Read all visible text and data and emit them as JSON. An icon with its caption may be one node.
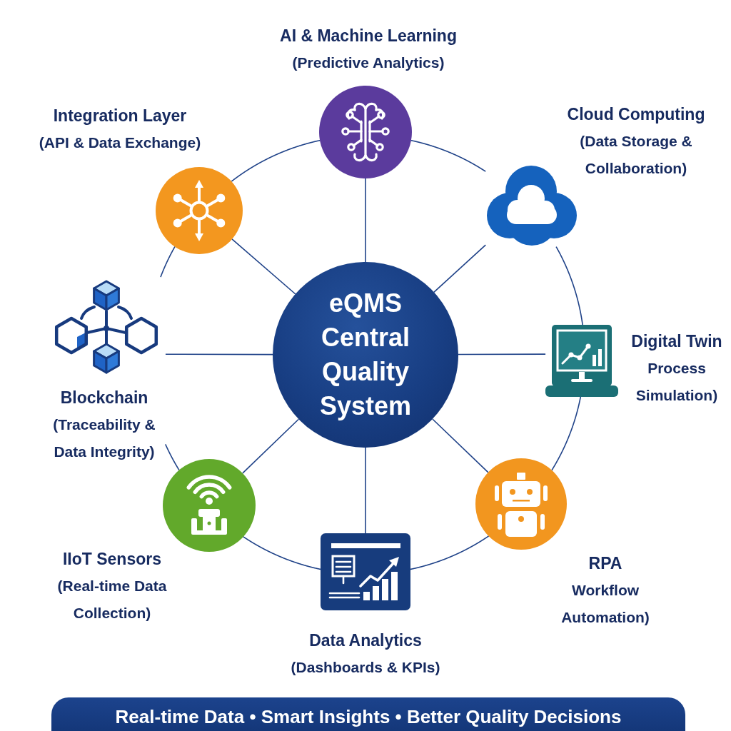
{
  "diagram": {
    "nodes": [
      {
        "text": [
          "AI & Machine Learning",
          "(Predictive Analytics)"
        ]
      },
      {
        "text": [
          "Integration Layer",
          "(API & Data Exchange)"
        ]
      },
      {
        "text": [
          "Cloud Computing",
          "(Data Storage & Collaboration)"
        ]
      },
      {
        "text": [
          "Blockchain",
          "(Traceability & Data Integrity)"
        ]
      },
      {
        "text": [
          "eQMS Central Quality System"
        ]
      },
      {
        "text": [
          "Digital Twin",
          "Process Simulation)"
        ]
      },
      {
        "text": [
          "IIoT Sensors",
          "(Real-time Data Collection)"
        ]
      },
      {
        "text": [
          "RPA",
          "Workflow Automation)"
        ]
      },
      {
        "text": [
          "Data Analytics",
          "(Dashboards & KPIs)"
        ]
      },
      {
        "text": [
          "Real-time Data • Smart Insights • Better Quality Decisions"
        ]
      }
    ],
    "edges": [
      {
        "from": 4,
        "to": 0,
        "arrow": "none"
      },
      {
        "from": 4,
        "to": 2,
        "arrow": "none"
      },
      {
        "from": 4,
        "to": 5,
        "arrow": "none"
      },
      {
        "from": 4,
        "to": 7,
        "arrow": "none"
      },
      {
        "from": 4,
        "to": 8,
        "arrow": "none"
      },
      {
        "from": 4,
        "to": 6,
        "arrow": "none"
      },
      {
        "from": 4,
        "to": 3,
        "arrow": "none"
      },
      {
        "from": 4,
        "to": 1,
        "arrow": "none"
      },
      {
        "from": 0,
        "to": 2,
        "arrow": "none"
      },
      {
        "from": 2,
        "to": 5,
        "arrow": "none"
      },
      {
        "from": 5,
        "to": 7,
        "arrow": "none"
      },
      {
        "from": 7,
        "to": 8,
        "arrow": "none"
      },
      {
        "from": 8,
        "to": 6,
        "arrow": "none"
      },
      {
        "from": 6,
        "to": 3,
        "arrow": "none"
      },
      {
        "from": 3,
        "to": 1,
        "arrow": "none"
      },
      {
        "from": 1,
        "to": 0,
        "arrow": "none"
      }
    ]
  }
}
